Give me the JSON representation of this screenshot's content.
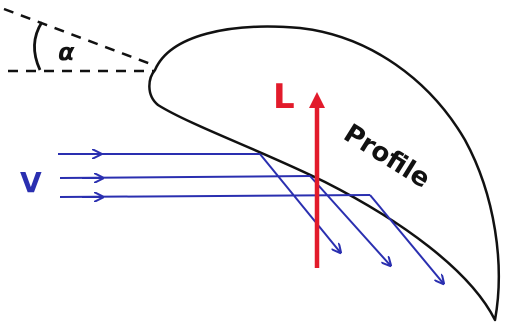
{
  "labels": {
    "angle": "α",
    "lift": "L",
    "velocity": "V",
    "profile": "Profile"
  },
  "colors": {
    "outline": "#111111",
    "lift": "#e21b2b",
    "flow": "#2a2fb0",
    "background": "#ffffff"
  }
}
